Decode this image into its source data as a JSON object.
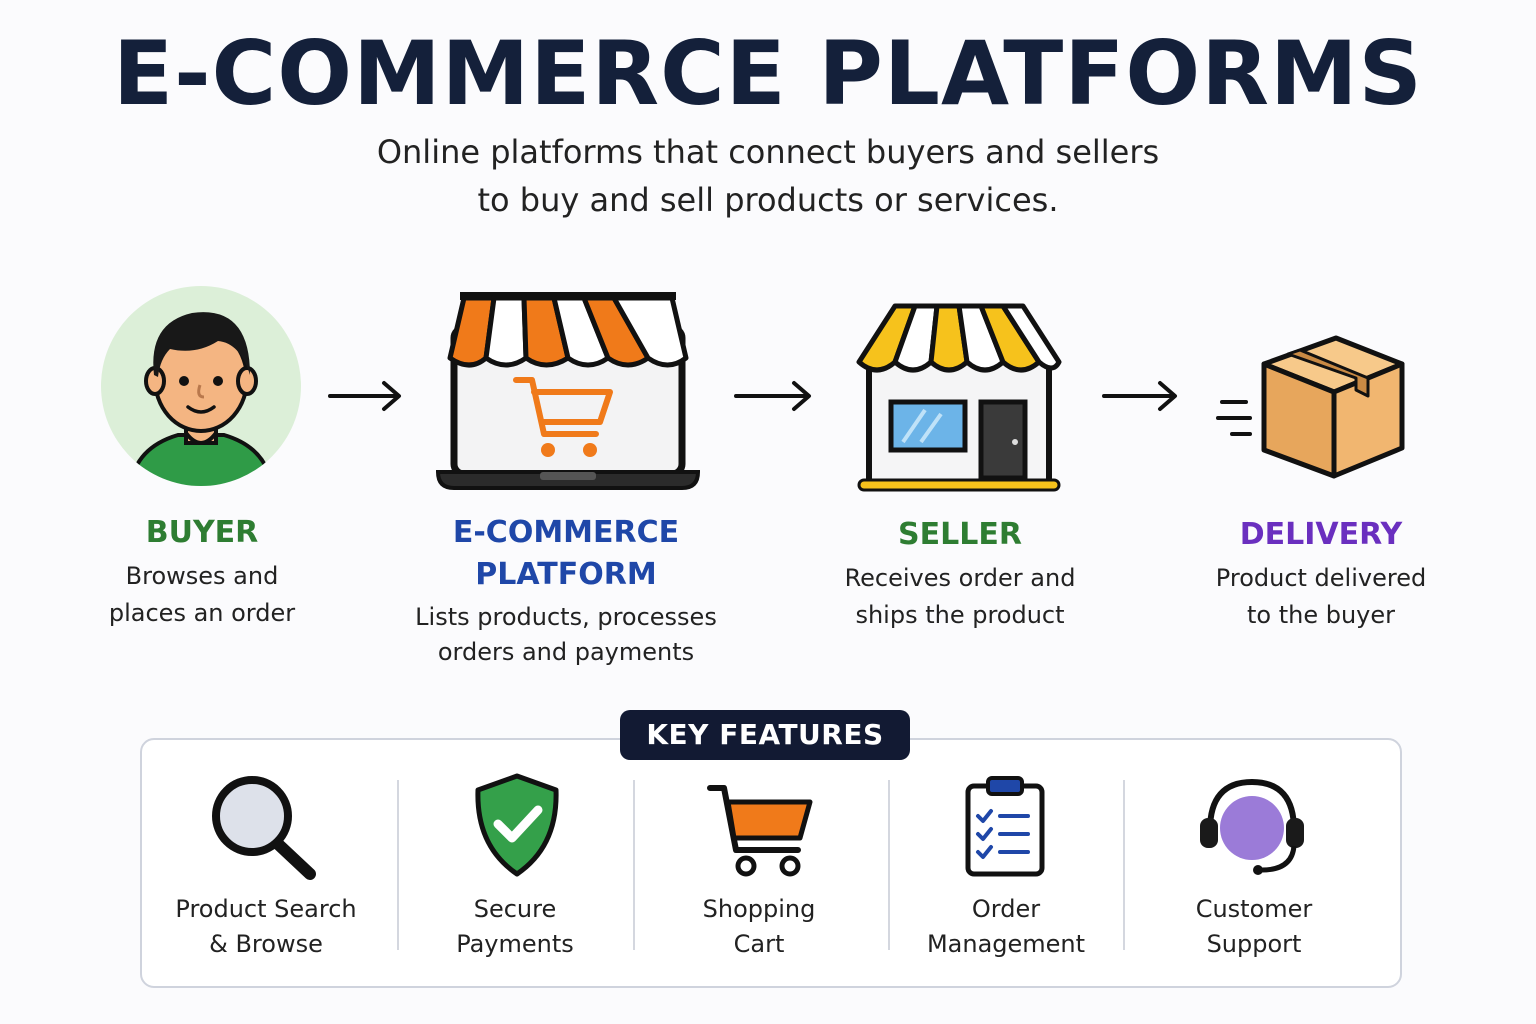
{
  "header": {
    "title": "E-COMMERCE PLATFORMS",
    "subtitle_line1": "Online platforms that connect buyers and sellers",
    "subtitle_line2": "to buy and sell products or services."
  },
  "flow": [
    {
      "label": "BUYER",
      "desc_line1": "Browses and",
      "desc_line2": "places an order",
      "color": "#2e7d32",
      "icon": "person-icon"
    },
    {
      "label_line1": "E-COMMERCE",
      "label_line2": "PLATFORM",
      "desc_line1": "Lists products, processes",
      "desc_line2": "orders and payments",
      "color": "#1f47a8",
      "icon": "laptop-storefront-icon"
    },
    {
      "label": "SELLER",
      "desc_line1": "Receives order and",
      "desc_line2": "ships the product",
      "color": "#2e7d32",
      "icon": "storefront-icon"
    },
    {
      "label": "DELIVERY",
      "desc_line1": "Product delivered",
      "desc_line2": "to the buyer",
      "color": "#6a2fbf",
      "icon": "package-icon"
    }
  ],
  "features": {
    "heading": "KEY FEATURES",
    "items": [
      {
        "line1": "Product Search",
        "line2": "& Browse",
        "icon": "magnifier-icon"
      },
      {
        "line1": "Secure",
        "line2": "Payments",
        "icon": "shield-check-icon"
      },
      {
        "line1": "Shopping",
        "line2": "Cart",
        "icon": "cart-icon"
      },
      {
        "line1": "Order",
        "line2": "Management",
        "icon": "clipboard-checklist-icon"
      },
      {
        "line1": "Customer",
        "line2": "Support",
        "icon": "headset-icon"
      }
    ]
  },
  "colors": {
    "navy": "#14203a",
    "orange": "#f07a1a",
    "yellow": "#f6c21c",
    "green": "#2e7d32",
    "blue": "#1f47a8",
    "purple": "#6a2fbf"
  }
}
